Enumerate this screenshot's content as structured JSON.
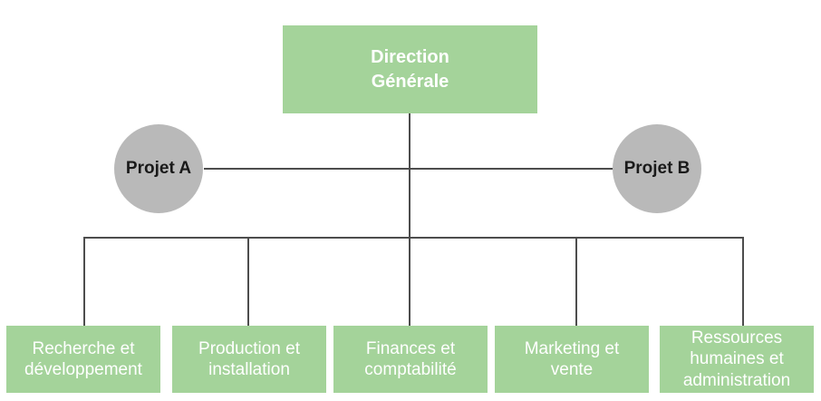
{
  "diagram": {
    "type": "org-chart",
    "root": {
      "label": "Direction\nGénérale"
    },
    "projects": [
      {
        "label": "Projet A"
      },
      {
        "label": "Projet B"
      }
    ],
    "departments": [
      {
        "label": "Recherche et développement"
      },
      {
        "label": "Production et installation"
      },
      {
        "label": "Finances et comptabilité"
      },
      {
        "label": "Marketing et vente"
      },
      {
        "label": "Ressources humaines et administration"
      }
    ]
  },
  "palette": {
    "node_green": "#a4d39a",
    "node_gray": "#b9b9b9",
    "line_gray": "#4d4d4d",
    "text_on_green": "#ffffff",
    "text_on_gray": "#1a1a1a"
  }
}
